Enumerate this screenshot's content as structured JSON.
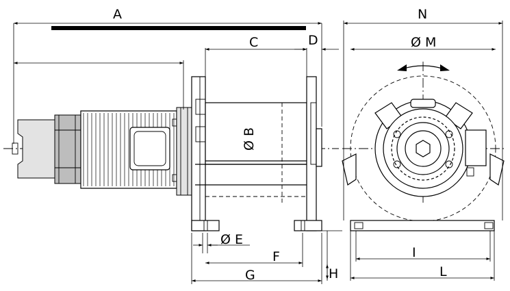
{
  "labels": {
    "A": "A",
    "B": "Ø B",
    "C": "C",
    "D": "D",
    "E": "Ø E",
    "F": "F",
    "G": "G",
    "H": "H",
    "I": "I",
    "L": "L",
    "M": "Ø M",
    "N": "N"
  }
}
